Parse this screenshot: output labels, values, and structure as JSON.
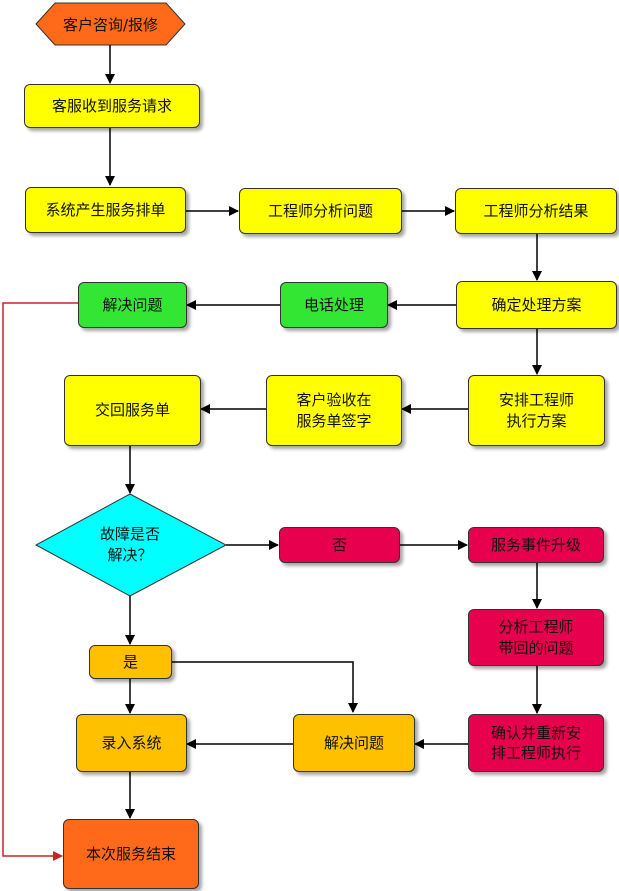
{
  "nodes": {
    "start": "客户咨询/报修",
    "receive": "客服收到服务请求",
    "generate": "系统产生服务排单",
    "analyze": "工程师分析问题",
    "analysis_result": "工程师分析结果",
    "decide_plan": "确定处理方案",
    "phone": "电话处理",
    "solve_left": "解决问题",
    "arrange": "安排工程师\n执行方案",
    "accept": "客户验收在\n服务单签字",
    "return_order": "交回服务单",
    "decision": "故障是否\n解决？",
    "no": "否",
    "upgrade": "服务事件升级",
    "analyze_problem": "分析工程师\n带回的问题",
    "yes": "是",
    "confirm": "确认并重新安\n排工程师执行",
    "solve_bottom": "解决问题",
    "enter_system": "录入系统",
    "end": "本次服务结束"
  },
  "colors": {
    "process": "#ffff00",
    "phone": "#33e633",
    "escalation": "#e6004d",
    "resolution": "#ffc000",
    "terminal": "#ff6a1a",
    "decision": "#00ffff",
    "feedback_line": "#cc2222"
  }
}
